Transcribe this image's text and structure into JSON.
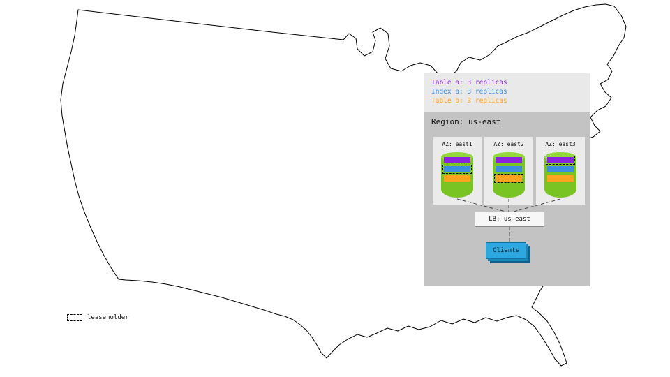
{
  "legend": {
    "items": [
      {
        "label": "Table a: 3 replicas",
        "color": "#8a22e0"
      },
      {
        "label": "Index a: 3 replicas",
        "color": "#3d8de0"
      },
      {
        "label": "Table b: 3 replicas",
        "color": "#ffa21f"
      }
    ]
  },
  "region": {
    "title": "Region: us-east",
    "azs": [
      {
        "label": "AZ: east1",
        "leaseholder": "Index a"
      },
      {
        "label": "AZ: east2",
        "leaseholder": "Table b"
      },
      {
        "label": "AZ: east3",
        "leaseholder": "Table a"
      }
    ],
    "lb": {
      "label": "LB: us-east"
    },
    "clients": {
      "label": "Clients"
    }
  },
  "key": {
    "leaseholder_label": "leaseholder"
  },
  "colors": {
    "table_a": "#8a22e0",
    "index_a": "#3d8de0",
    "table_b": "#ffa21f",
    "cylinder_body": "#79c322",
    "cylinder_top": "#92d73c",
    "clients_fill": "#2da7e0"
  }
}
